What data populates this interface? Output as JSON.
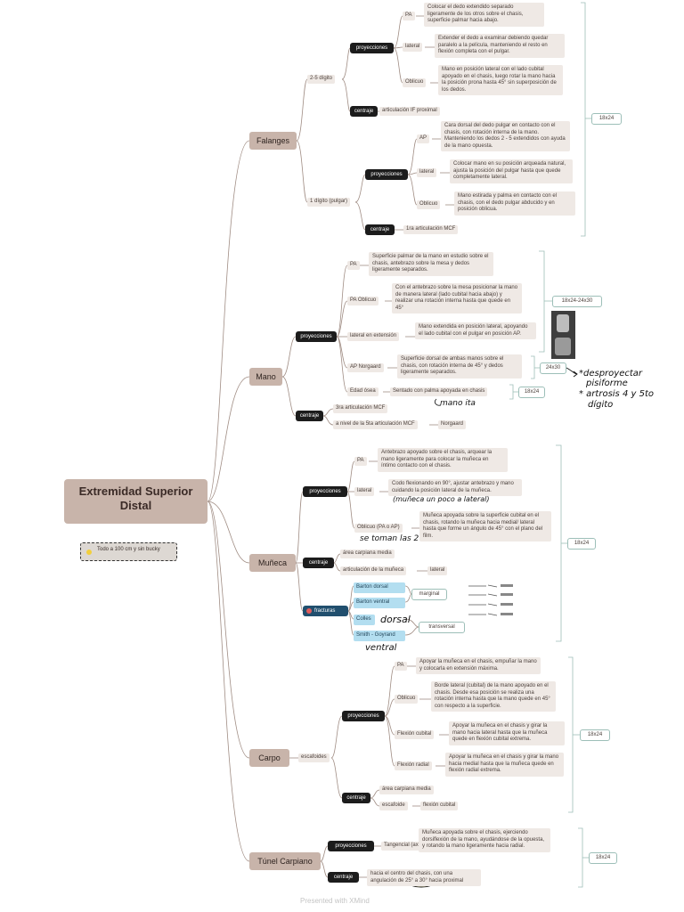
{
  "title": "Extremidad Superior Distal",
  "note": "Todo a 100 cm y sin bucky",
  "falanges": {
    "label": "Falanges",
    "sub_2_5": "2-5 dígito",
    "proy": "proyecciones",
    "pa": "PA",
    "pa_desc": "Colocar el dedo extendido separado ligeramente de los otros sobre el chasis, superficie palmar hacia abajo.",
    "lateral": "lateral",
    "lateral_desc": "Extender el dedo a examinar debiendo quedar paralelo a la película, manteniendo el resto en flexión completa con el pulgar.",
    "oblicuo": "Oblicuo",
    "oblicuo_desc": "Mano en posición lateral con el lado cubital apoyado en el chasis, luego rotar la mano hacia la posición prona hasta 45° sin superposición de los dedos.",
    "centraje": "centraje",
    "centraje_val": "articulación IF proximal",
    "sub_1": "1 dígito (pulgar)",
    "proy2": "proyecciones",
    "ap": "AP",
    "ap_desc": "Cara dorsal del dedo pulgar en contacto con el chasis, con rotación interna de la mano. Manteniendo los dedos 2 - 5 extendidos con ayuda de la mano opuesta.",
    "lateral2": "lateral",
    "lateral2_desc": "Colocar mano en su posición arqueada natural, ajusta la posición del pulgar hasta que quede completamente lateral.",
    "oblicuo2": "Oblicuo",
    "oblicuo2_desc": "Mano estirada y palma en contacto con el chasis, con el dedo pulgar abducido y en posición oblicua.",
    "centraje2": "centraje",
    "centraje2_val": "1ra articulación MCF",
    "size": "18x24"
  },
  "mano": {
    "label": "Mano",
    "proy": "proyecciones",
    "pa": "PA",
    "pa_desc": "Superficie palmar de la mano en estudio sobre el chasis, antebrazo sobre la mesa y dedos ligeramente separados.",
    "pa_obl": "PA Oblicuo",
    "pa_obl_desc": "Con el antebrazo sobre la mesa posicionar la mano de manera lateral (lado cubital hacia abajo) y realizar una rotación interna hasta que quede en 45°",
    "lat_ext": "lateral en extensión",
    "lat_ext_desc": "Mano extendida en posición lateral, apoyando el lado cubital con el pulgar en posición AP.",
    "ap_nor": "AP Norgaard",
    "ap_nor_desc": "Superficie dorsal de ambas manos sobre el chasis, con rotación interna de 45° y dedos ligeramente separados.",
    "edad": "Edad ósea",
    "edad_desc": "Sentado con palma apoyada en chasis",
    "centraje": "centraje",
    "c1": "3ra articulación MCF",
    "c2": "a nivel de la 5ta articulación MCF",
    "c2b": "Norgaard",
    "size1": "18x24-24x30",
    "size2": "24x30",
    "size3": "18x24"
  },
  "muneca": {
    "label": "Muñeca",
    "proy": "proyecciones",
    "pa": "PA",
    "pa_desc": "Antebrazo apoyado sobre el chasis, arquear la mano ligeramente para colocar la muñeca en íntimo contacto con el chasis.",
    "lateral": "lateral",
    "lateral_desc": "Codo flexionando en 90°, ajustar antebrazo y mano cuidando la posición lateral de la muñeca.",
    "oblicuo": "Oblicuo (PA o AP)",
    "oblicuo_desc": "Muñeca apoyada sobre la superficie cubital en el chasis, rotando la muñeca hacia medial/ lateral hasta que forme un ángulo de 45° con el plano del film.",
    "centraje": "centraje",
    "c1": "área carpiana media",
    "c2": "articulación de la muñeca",
    "c2b": "lateral",
    "fracturas": "fracturas",
    "f1": "Barton dorsal",
    "f2": "Barton ventral",
    "f3": "Colles",
    "f4": "Smith - Goyrand",
    "marginal": "marginal",
    "transversal": "transversal",
    "size": "18x24"
  },
  "carpo": {
    "label": "Carpo",
    "esc": "escafoides",
    "proy": "proyecciones",
    "pa": "PA",
    "pa_desc": "Apoyar la muñeca en el chasis, empuñar la mano y colocarla en extensión máxima.",
    "oblicuo": "Oblicuo",
    "oblicuo_desc": "Borde lateral (cubital) de la mano apoyado en el chasis. Desde esa posición se realiza una rotación interna hasta que la mano quede en 45° con respecto a la superficie.",
    "flex_cub": "Flexión cubital",
    "flex_cub_desc": "Apoyar la muñeca en el chasis y girar la mano hacia lateral hasta que la muñeca quede en flexión cubital extrema.",
    "flex_rad": "Flexión radial",
    "flex_rad_desc": "Apoyar la muñeca en el chasis y girar la mano hacia medial hasta que la muñeca quede en flexión radial extrema.",
    "centraje": "centraje",
    "c1": "área carpiana media",
    "c2": "escafoide",
    "c2b": "flexión cubital",
    "size": "18x24"
  },
  "tunel": {
    "label": "Túnel Carpiano",
    "proy": "proyecciones",
    "tang": "Tangencial (axial)",
    "tang_desc": "Muñeca apoyada sobre el chasis, ejerciendo dorsiflexión de la mano, ayudándose de la opuesta, y rotando la mano ligeramente hacia radial.",
    "centraje": "centraje",
    "c_desc": "hacia el centro del chasis, con una angulación de 25° a 30° hacia proximal",
    "size": "18x24"
  },
  "handwriting": {
    "h1": "*desproyectar",
    "h2": "pisiforme",
    "h3": "* artrosis 4 y 5to",
    "h4": "dígito",
    "h5": "mano ita",
    "h6": "(muñeca un poco a lateral)",
    "h7": "se toman las 2",
    "h8": "dorsal",
    "h9": "ventral"
  },
  "footer": "Presented with XMind",
  "colors": {
    "main": "#c8b4aa",
    "dark": "#1c1c1c",
    "desc": "#efe9e5",
    "line": "#a08d84",
    "pill_border": "#9dbfb8"
  }
}
